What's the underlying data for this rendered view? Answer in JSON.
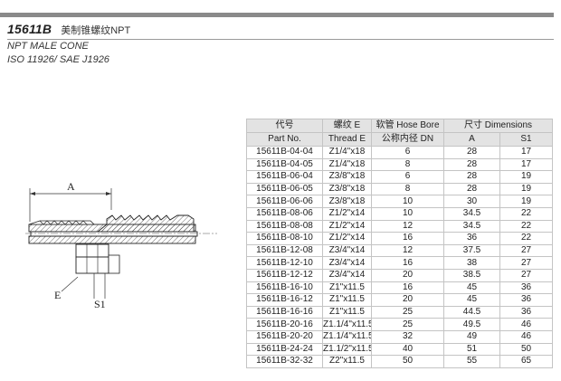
{
  "header": {
    "code": "15611B",
    "name_cn": "美制锥螺纹NPT",
    "subtitle_1": "NPT MALE CONE",
    "subtitle_2": "ISO 11926/ SAE J1926"
  },
  "drawing": {
    "label_a": "A",
    "label_e": "E",
    "label_s1": "S1"
  },
  "table": {
    "head": {
      "part_cn": "代号",
      "part_en": "Part No.",
      "thread_cn": "螺纹 E",
      "thread_en": "Thread E",
      "hose_bore": "软管 Hose Bore",
      "dn": "公称内径 DN",
      "dimensions": "尺寸 Dimensions",
      "a": "A",
      "s1": "S1"
    },
    "rows": [
      {
        "part": "15611B-04-04",
        "thread": "Z1/4\"x18",
        "dn": "6",
        "a": "28",
        "s1": "17"
      },
      {
        "part": "15611B-04-05",
        "thread": "Z1/4\"x18",
        "dn": "8",
        "a": "28",
        "s1": "17"
      },
      {
        "part": "15611B-06-04",
        "thread": "Z3/8\"x18",
        "dn": "6",
        "a": "28",
        "s1": "19"
      },
      {
        "part": "15611B-06-05",
        "thread": "Z3/8\"x18",
        "dn": "8",
        "a": "28",
        "s1": "19"
      },
      {
        "part": "15611B-06-06",
        "thread": "Z3/8\"x18",
        "dn": "10",
        "a": "30",
        "s1": "19"
      },
      {
        "part": "15611B-08-06",
        "thread": "Z1/2\"x14",
        "dn": "10",
        "a": "34.5",
        "s1": "22"
      },
      {
        "part": "15611B-08-08",
        "thread": "Z1/2\"x14",
        "dn": "12",
        "a": "34.5",
        "s1": "22"
      },
      {
        "part": "15611B-08-10",
        "thread": "Z1/2\"x14",
        "dn": "16",
        "a": "36",
        "s1": "22"
      },
      {
        "part": "15611B-12-08",
        "thread": "Z3/4\"x14",
        "dn": "12",
        "a": "37.5",
        "s1": "27"
      },
      {
        "part": "15611B-12-10",
        "thread": "Z3/4\"x14",
        "dn": "16",
        "a": "38",
        "s1": "27"
      },
      {
        "part": "15611B-12-12",
        "thread": "Z3/4\"x14",
        "dn": "20",
        "a": "38.5",
        "s1": "27"
      },
      {
        "part": "15611B-16-10",
        "thread": "Z1\"x11.5",
        "dn": "16",
        "a": "45",
        "s1": "36"
      },
      {
        "part": "15611B-16-12",
        "thread": "Z1\"x11.5",
        "dn": "20",
        "a": "45",
        "s1": "36"
      },
      {
        "part": "15611B-16-16",
        "thread": "Z1\"x11.5",
        "dn": "25",
        "a": "44.5",
        "s1": "36"
      },
      {
        "part": "15611B-20-16",
        "thread": "Z1.1/4\"x11.5",
        "dn": "25",
        "a": "49.5",
        "s1": "46"
      },
      {
        "part": "15611B-20-20",
        "thread": "Z1.1/4\"x11.5",
        "dn": "32",
        "a": "49",
        "s1": "46"
      },
      {
        "part": "15611B-24-24",
        "thread": "Z1.1/2\"x11.5",
        "dn": "40",
        "a": "51",
        "s1": "50"
      },
      {
        "part": "15611B-32-32",
        "thread": "Z2\"x11.5",
        "dn": "50",
        "a": "55",
        "s1": "65"
      }
    ]
  }
}
